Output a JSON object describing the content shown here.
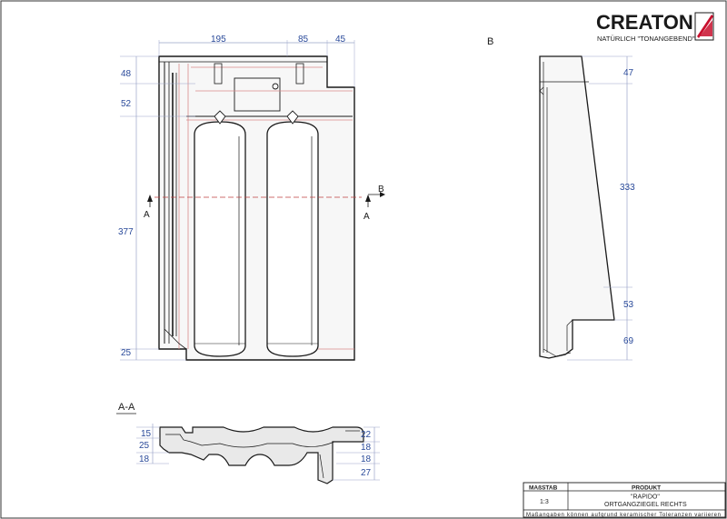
{
  "brand": {
    "name": "CREATON",
    "slogan": "NATÜRLICH \"TONANGEBEND\"",
    "accent": "#c8102e"
  },
  "views": {
    "front": {
      "top_dims": [
        "195",
        "85",
        "45"
      ],
      "left_dims": [
        "48",
        "52",
        "377",
        "25"
      ],
      "section_marker": "A",
      "side_marker": "B"
    },
    "side": {
      "label": "B",
      "right_dims": [
        "47",
        "333",
        "53",
        "69"
      ]
    },
    "section": {
      "label": "A-A",
      "left_dims": [
        "15",
        "25",
        "18"
      ],
      "right_dims": [
        "22",
        "18",
        "18",
        "27"
      ]
    }
  },
  "title_block": {
    "scale_header": "MAßSTAB",
    "product_header": "PRODUKT",
    "scale_value": "1:3",
    "product_name": "\"RAPIDO\"",
    "product_desc": "ORTGANGZIEGEL RECHTS",
    "footnote": "Maßangaben können aufgrund keramischer Toleranzen variieren"
  },
  "colors": {
    "outline": "#1a1a1a",
    "dimension": "#2a4a9a",
    "hidden_line": "#d98a8a",
    "fill": "#f6f6f6"
  }
}
